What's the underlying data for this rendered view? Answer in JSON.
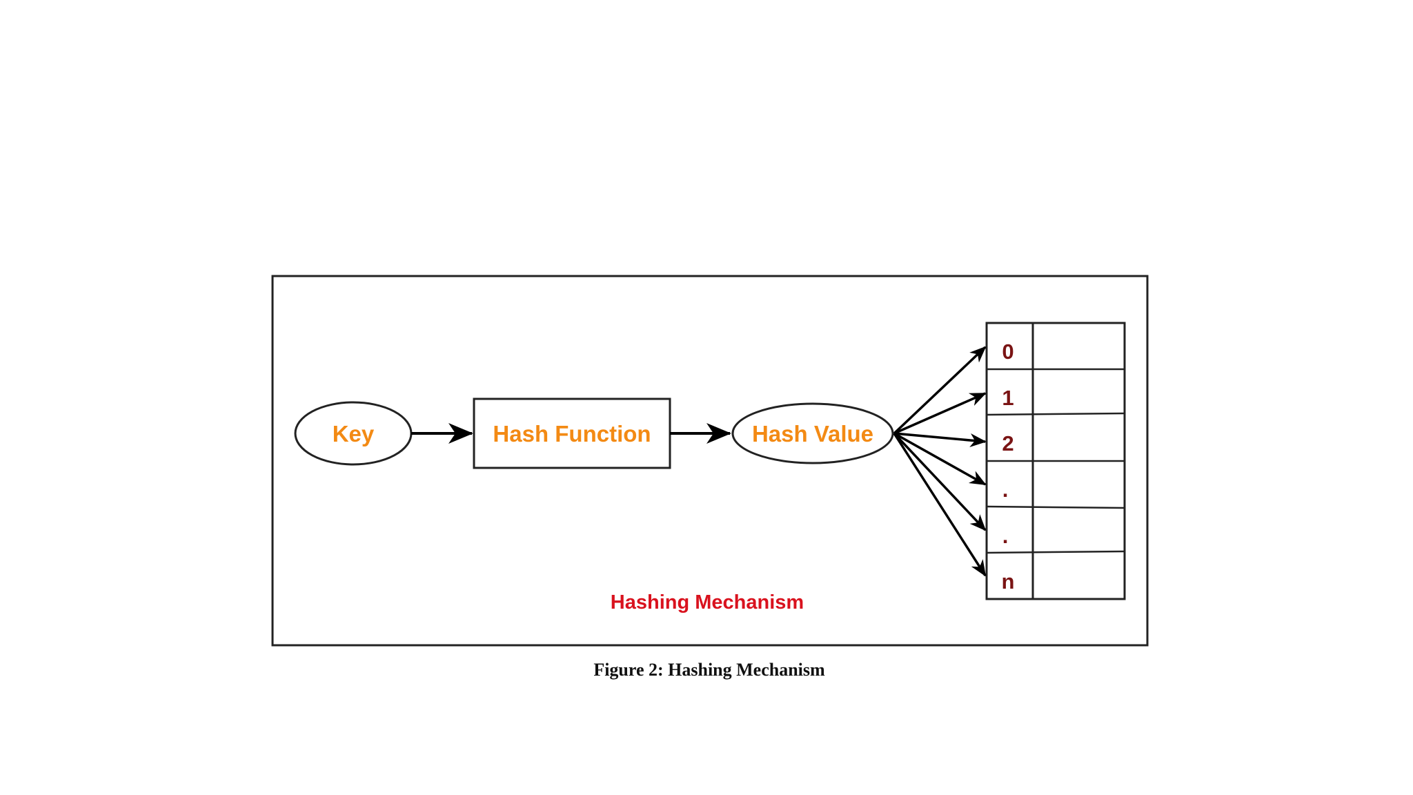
{
  "diagram": {
    "key_label": "Key",
    "hash_function_label": "Hash Function",
    "hash_value_label": "Hash Value",
    "inner_title": "Hashing Mechanism",
    "slots": [
      {
        "index": "0"
      },
      {
        "index": "1"
      },
      {
        "index": "2"
      },
      {
        "index": "."
      },
      {
        "index": "."
      },
      {
        "index": "n"
      }
    ]
  },
  "caption": "Figure 2: Hashing Mechanism",
  "colors": {
    "node_text": "#f38a14",
    "slot_text": "#7a1414",
    "title_text": "#d9121e",
    "stroke": "#222222"
  }
}
